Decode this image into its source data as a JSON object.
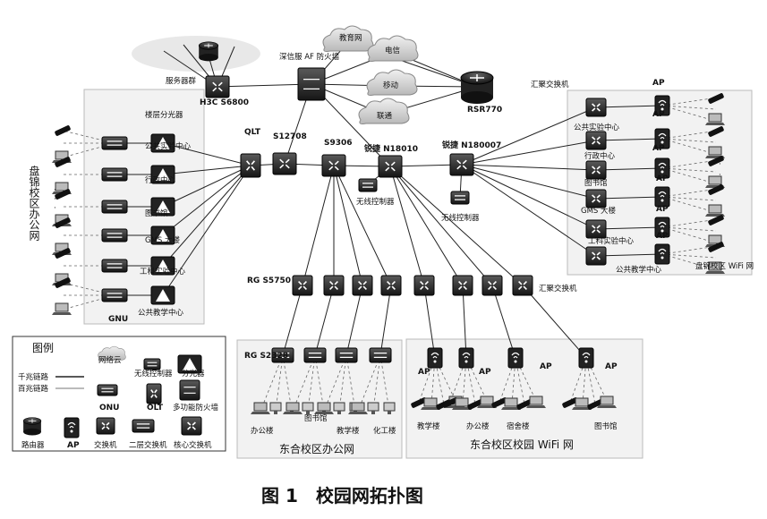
{
  "figure": {
    "caption": "图 1　校园网拓扑图"
  },
  "regions": {
    "office_left": "盘锦校区办公网",
    "wifi_right": "盘锦校区 WiFi 网",
    "office_bottom": "东合校区办公网",
    "wifi_bottom": "东合校区校园 WiFi 网"
  },
  "core": {
    "server_group": "服务器群",
    "h3c": "H3C S6800",
    "firewall": "深信服 AF 防火墙",
    "rsr": "RSR770",
    "isp": [
      "教育网",
      "电信",
      "移动",
      "联通"
    ],
    "qlt": "QLT",
    "s12708": "S12708",
    "s9306": "S9306",
    "n18010": "锐捷 N18010",
    "n180007": "锐捷 N180007",
    "wlc1": "无线控制器",
    "wlc2": "无线控制器",
    "agg_top": "汇聚交换机",
    "agg_bottom": "汇聚交换机"
  },
  "left_office": {
    "floor_splitter": "楼层分光器",
    "gnu": "GNU",
    "units": [
      "公共实验中心",
      "行政中心",
      "图书馆",
      "GMS 大楼",
      "工科实验中心",
      "公共教学中心"
    ],
    "dots": "·"
  },
  "right_wifi": {
    "ap": "AP",
    "units": [
      "公共实验中心",
      "行政中心",
      "图书馆",
      "GMS 大楼",
      "工科实验中心",
      "公共教学中心"
    ]
  },
  "bottom_office": {
    "rg5750": "RG S5750",
    "rg2328": "RG S2328",
    "buildings": [
      "办公楼",
      "图书馆",
      "教学楼",
      "化工楼"
    ]
  },
  "bottom_wifi": {
    "ap": "AP",
    "buildings": [
      "教学楼",
      "办公楼",
      "宿舍楼",
      "图书馆"
    ]
  },
  "legend": {
    "title": "图例",
    "gigabit": "千兆链路",
    "hundred": "百兆链路",
    "items": [
      "网络云",
      "无线控制器",
      "分光器",
      "ONU",
      "OLT",
      "多功能防火墙",
      "路由器",
      "AP",
      "交换机",
      "二层交换机",
      "核心交换机"
    ]
  }
}
